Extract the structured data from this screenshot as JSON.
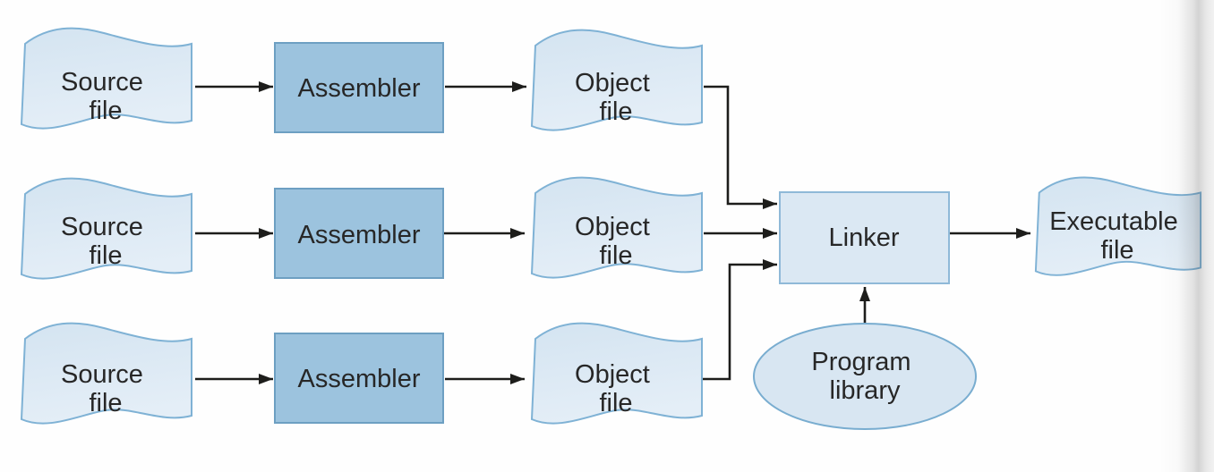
{
  "diagram": {
    "type": "flowchart",
    "description": "Separate assembly of multiple source files followed by linking with a program library into an executable file",
    "nodes": {
      "source_file_1": {
        "shape": "tape",
        "line1": "Source",
        "line2": "file"
      },
      "source_file_2": {
        "shape": "tape",
        "line1": "Source",
        "line2": "file"
      },
      "source_file_3": {
        "shape": "tape",
        "line1": "Source",
        "line2": "file"
      },
      "assembler_1": {
        "shape": "rect",
        "line1": "Assembler"
      },
      "assembler_2": {
        "shape": "rect",
        "line1": "Assembler"
      },
      "assembler_3": {
        "shape": "rect",
        "line1": "Assembler"
      },
      "object_file_1": {
        "shape": "tape",
        "line1": "Object",
        "line2": "file"
      },
      "object_file_2": {
        "shape": "tape",
        "line1": "Object",
        "line2": "file"
      },
      "object_file_3": {
        "shape": "tape",
        "line1": "Object",
        "line2": "file"
      },
      "linker": {
        "shape": "rect",
        "line1": "Linker"
      },
      "program_library": {
        "shape": "ellipse",
        "line1": "Program",
        "line2": "library"
      },
      "executable_file": {
        "shape": "tape",
        "line1": "Executable",
        "line2": "file"
      }
    },
    "edges": [
      {
        "from": "source-file-1",
        "to": "assembler-1"
      },
      {
        "from": "assembler-1",
        "to": "object-file-1"
      },
      {
        "from": "source-file-2",
        "to": "assembler-2"
      },
      {
        "from": "assembler-2",
        "to": "object-file-2"
      },
      {
        "from": "source-file-3",
        "to": "assembler-3"
      },
      {
        "from": "assembler-3",
        "to": "object-file-3"
      },
      {
        "from": "object-file-1",
        "to": "linker"
      },
      {
        "from": "object-file-2",
        "to": "linker"
      },
      {
        "from": "object-file-3",
        "to": "linker"
      },
      {
        "from": "program-library",
        "to": "linker"
      },
      {
        "from": "linker",
        "to": "executable-file"
      }
    ],
    "colors": {
      "file_fill_dark": "#d4e4f1",
      "file_fill_light": "#e4eef7",
      "file_border": "#7fb2d5",
      "assembler_fill": "#9cc3de",
      "assembler_border": "#6d9fc2",
      "linker_fill": "#dbe8f3",
      "linker_border": "#8fb9d8",
      "ellipse_fill": "#d8e6f2",
      "ellipse_border": "#79add0",
      "arrow": "#1d1d1b",
      "text": "#272727"
    }
  }
}
